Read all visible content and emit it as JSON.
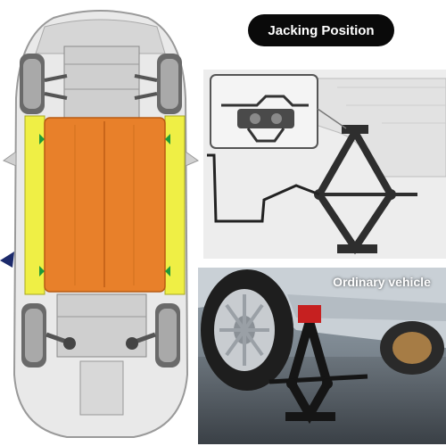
{
  "title_badge": {
    "label": "Jacking Position"
  },
  "photo": {
    "caption": "Ordinary vehicle"
  },
  "colors": {
    "rocker_highlight": "#efef45",
    "battery_pack": "#e8802a",
    "jack_point_marker": "#1f9a3a",
    "badge_background": "#0a0a0a",
    "car_body": "#e8e8e8"
  },
  "icons": {
    "jack_point_markers": "green-triangle",
    "side_arrow": "navy-arrow"
  }
}
